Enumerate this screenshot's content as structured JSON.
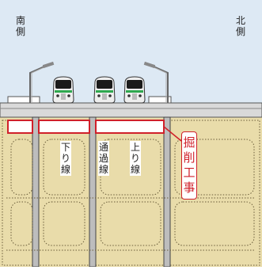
{
  "directions": {
    "south": [
      "南",
      "側"
    ],
    "north": [
      "北",
      "側"
    ]
  },
  "tracks": {
    "down_line": [
      "下",
      "り",
      "線"
    ],
    "passing_line": [
      "通",
      "過",
      "線"
    ],
    "up_line": [
      "上",
      "り",
      "線"
    ]
  },
  "callout": {
    "text": [
      "掘",
      "削",
      "工",
      "事"
    ],
    "color": "#d0202a"
  },
  "colors": {
    "sky": "#dde9f4",
    "ground": "#e9dcaa",
    "platform": "#d9d9d9",
    "pillar": "#bdbdbd",
    "excavation": "#d0202a"
  },
  "icons": [
    "train-icon",
    "platform-lamp-icon"
  ]
}
